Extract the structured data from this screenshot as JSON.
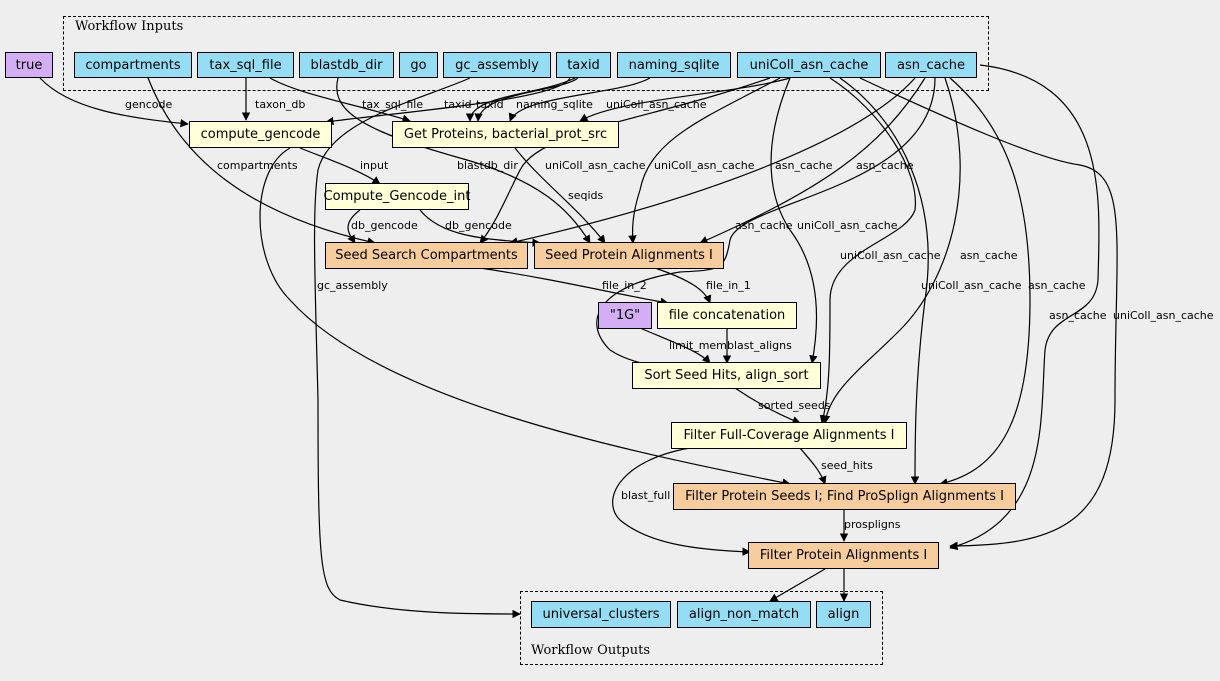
{
  "clusters": {
    "inputs_label": "Workflow Inputs",
    "outputs_label": "Workflow Outputs"
  },
  "nodes": {
    "true_const": "true",
    "compartments": "compartments",
    "tax_sql_file": "tax_sql_file",
    "blastdb_dir": "blastdb_dir",
    "go": "go",
    "gc_assembly": "gc_assembly",
    "taxid": "taxid",
    "naming_sqlite": "naming_sqlite",
    "unicoll_asn_cache": "uniColl_asn_cache",
    "asn_cache": "asn_cache",
    "compute_gencode": "compute_gencode",
    "get_proteins": "Get Proteins, bacterial_prot_src",
    "compute_gencode_int": "Compute_Gencode_int",
    "seed_search_compartments": "Seed Search Compartments",
    "seed_protein_alignments": "Seed Protein Alignments I",
    "one_g_const": "\"1G\"",
    "file_concatenation": "file concatenation",
    "sort_seed_hits": "Sort Seed Hits, align_sort",
    "filter_full_coverage": "Filter Full-Coverage Alignments I",
    "filter_protein_seeds": "Filter Protein Seeds I; Find ProSplign Alignments I",
    "filter_protein_alignments": "Filter Protein Alignments I",
    "universal_clusters": "universal_clusters",
    "align_non_match": "align_non_match",
    "align": "align"
  },
  "edge_labels": {
    "gencode": "gencode",
    "taxon_db": "taxon_db",
    "tax_sql_file": "tax_sql_file",
    "taxid_1": "taxid",
    "taxid_2": "taxid",
    "naming_sqlite": "naming_sqlite",
    "unicoll_top": "uniColl_asn_cache",
    "compartments": "compartments",
    "input": "input",
    "blastdb_dir": "blastdb_dir",
    "unicoll_2": "uniColl_asn_cache",
    "unicoll_3": "uniColl_asn_cache",
    "asn_cache_1": "asn_cache",
    "asn_cache_2": "asn_cache",
    "seqids": "seqids",
    "db_gencode_1": "db_gencode",
    "db_gencode_2": "db_gencode",
    "asn_cache_3": "asn_cache",
    "unicoll_4": "uniColl_asn_cache",
    "unicoll_5": "uniColl_asn_cache",
    "asn_cache_4": "asn_cache",
    "gc_assembly": "gc_assembly",
    "file_in_2": "file_in_2",
    "file_in_1": "file_in_1",
    "unicoll_6": "uniColl_asn_cache",
    "asn_cache_5": "asn_cache",
    "asn_cache_6": "asn_cache",
    "unicoll_7": "uniColl_asn_cache",
    "limit_mem": "limit_mem",
    "blast_aligns": "blast_aligns",
    "sorted_seeds": "sorted_seeds",
    "seed_hits": "seed_hits",
    "blast_full": "blast_full",
    "prospligns": "prospligns"
  }
}
